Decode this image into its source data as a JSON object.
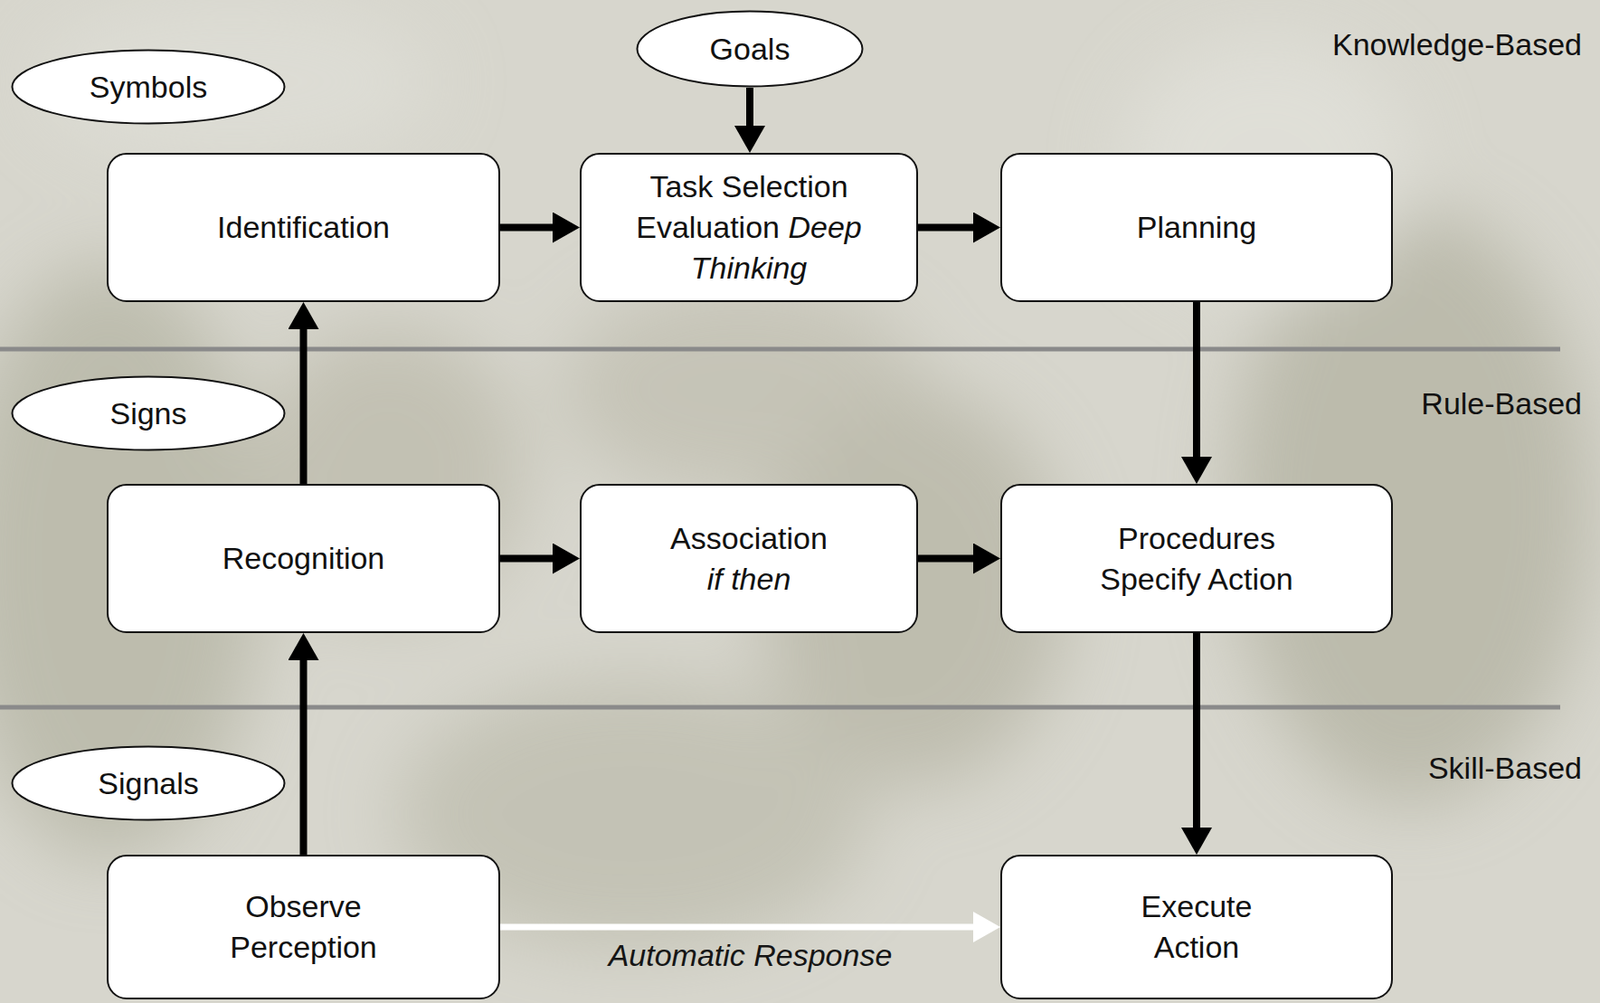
{
  "diagram": {
    "nodes": [
      {
        "text": [
          "Goals"
        ]
      },
      {
        "text": [
          "Symbols"
        ]
      },
      {
        "text": [
          "Identification"
        ]
      },
      {
        "text": [
          "Task Selection Evaluation",
          "Deep Thinking"
        ]
      },
      {
        "text": [
          "Planning"
        ]
      },
      {
        "text": [
          "Signs"
        ]
      },
      {
        "text": [
          "Recognition"
        ]
      },
      {
        "text": [
          "Association",
          "if then"
        ]
      },
      {
        "text": [
          "Procedures Specify Action"
        ]
      },
      {
        "text": [
          "Signals"
        ]
      },
      {
        "text": [
          "Observe Perception"
        ]
      },
      {
        "text": [
          "Execute Action"
        ]
      }
    ],
    "edges": [
      {
        "from": 0,
        "to": 3,
        "arrow": "to"
      },
      {
        "from": 2,
        "to": 3,
        "arrow": "to"
      },
      {
        "from": 3,
        "to": 4,
        "arrow": "to"
      },
      {
        "from": 4,
        "to": 8,
        "arrow": "to"
      },
      {
        "from": 6,
        "to": 2,
        "arrow": "to"
      },
      {
        "from": 6,
        "to": 7,
        "arrow": "to"
      },
      {
        "from": 7,
        "to": 8,
        "arrow": "to"
      },
      {
        "from": 8,
        "to": 11,
        "arrow": "to"
      },
      {
        "from": 10,
        "to": 6,
        "arrow": "to"
      },
      {
        "from": 10,
        "to": 11,
        "label": "Automatic Response",
        "arrow": "to"
      }
    ],
    "labels": [
      "Knowledge-Based",
      "Rule-Based",
      "Skill-Based"
    ]
  }
}
